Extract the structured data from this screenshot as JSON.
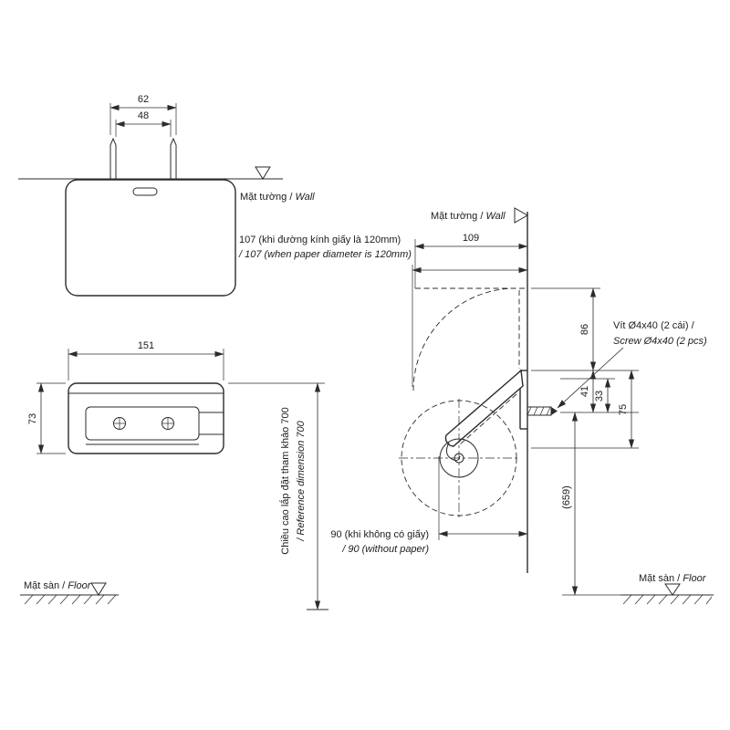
{
  "page": {
    "background": "#ffffff",
    "line_color": "#2b2b2b"
  },
  "views": {
    "front_top": {
      "dim_outer": "62",
      "dim_inner": "48"
    },
    "front_main": {
      "dim_width": "151",
      "dim_height": "73"
    },
    "side": {
      "dim_depth": "109",
      "dim_86": "86",
      "dim_41": "41",
      "dim_33": "33",
      "dim_75": "75",
      "dim_floor": "(659)"
    }
  },
  "labels": {
    "wall": {
      "vi": "Mặt tường / ",
      "en": "Wall"
    },
    "floor": {
      "vi": "Mặt sàn / ",
      "en": "Floor"
    },
    "paper_dia": {
      "vi": "107 (khi đường kính giấy là 120mm)",
      "en": "/ 107 (when  paper diameter is 120mm)"
    },
    "screw": {
      "vi": "Vít Ø4x40 (2 cái) /",
      "en": "Screw Ø4x40 (2 pcs)"
    },
    "no_paper": {
      "vi": "90 (khi không có giấy)",
      "en": "/ 90 (without paper)"
    },
    "ref_height": {
      "vi": "Chiều cao lắp đặt tham khảo 700",
      "en": "/ Reference dimension 700"
    }
  }
}
